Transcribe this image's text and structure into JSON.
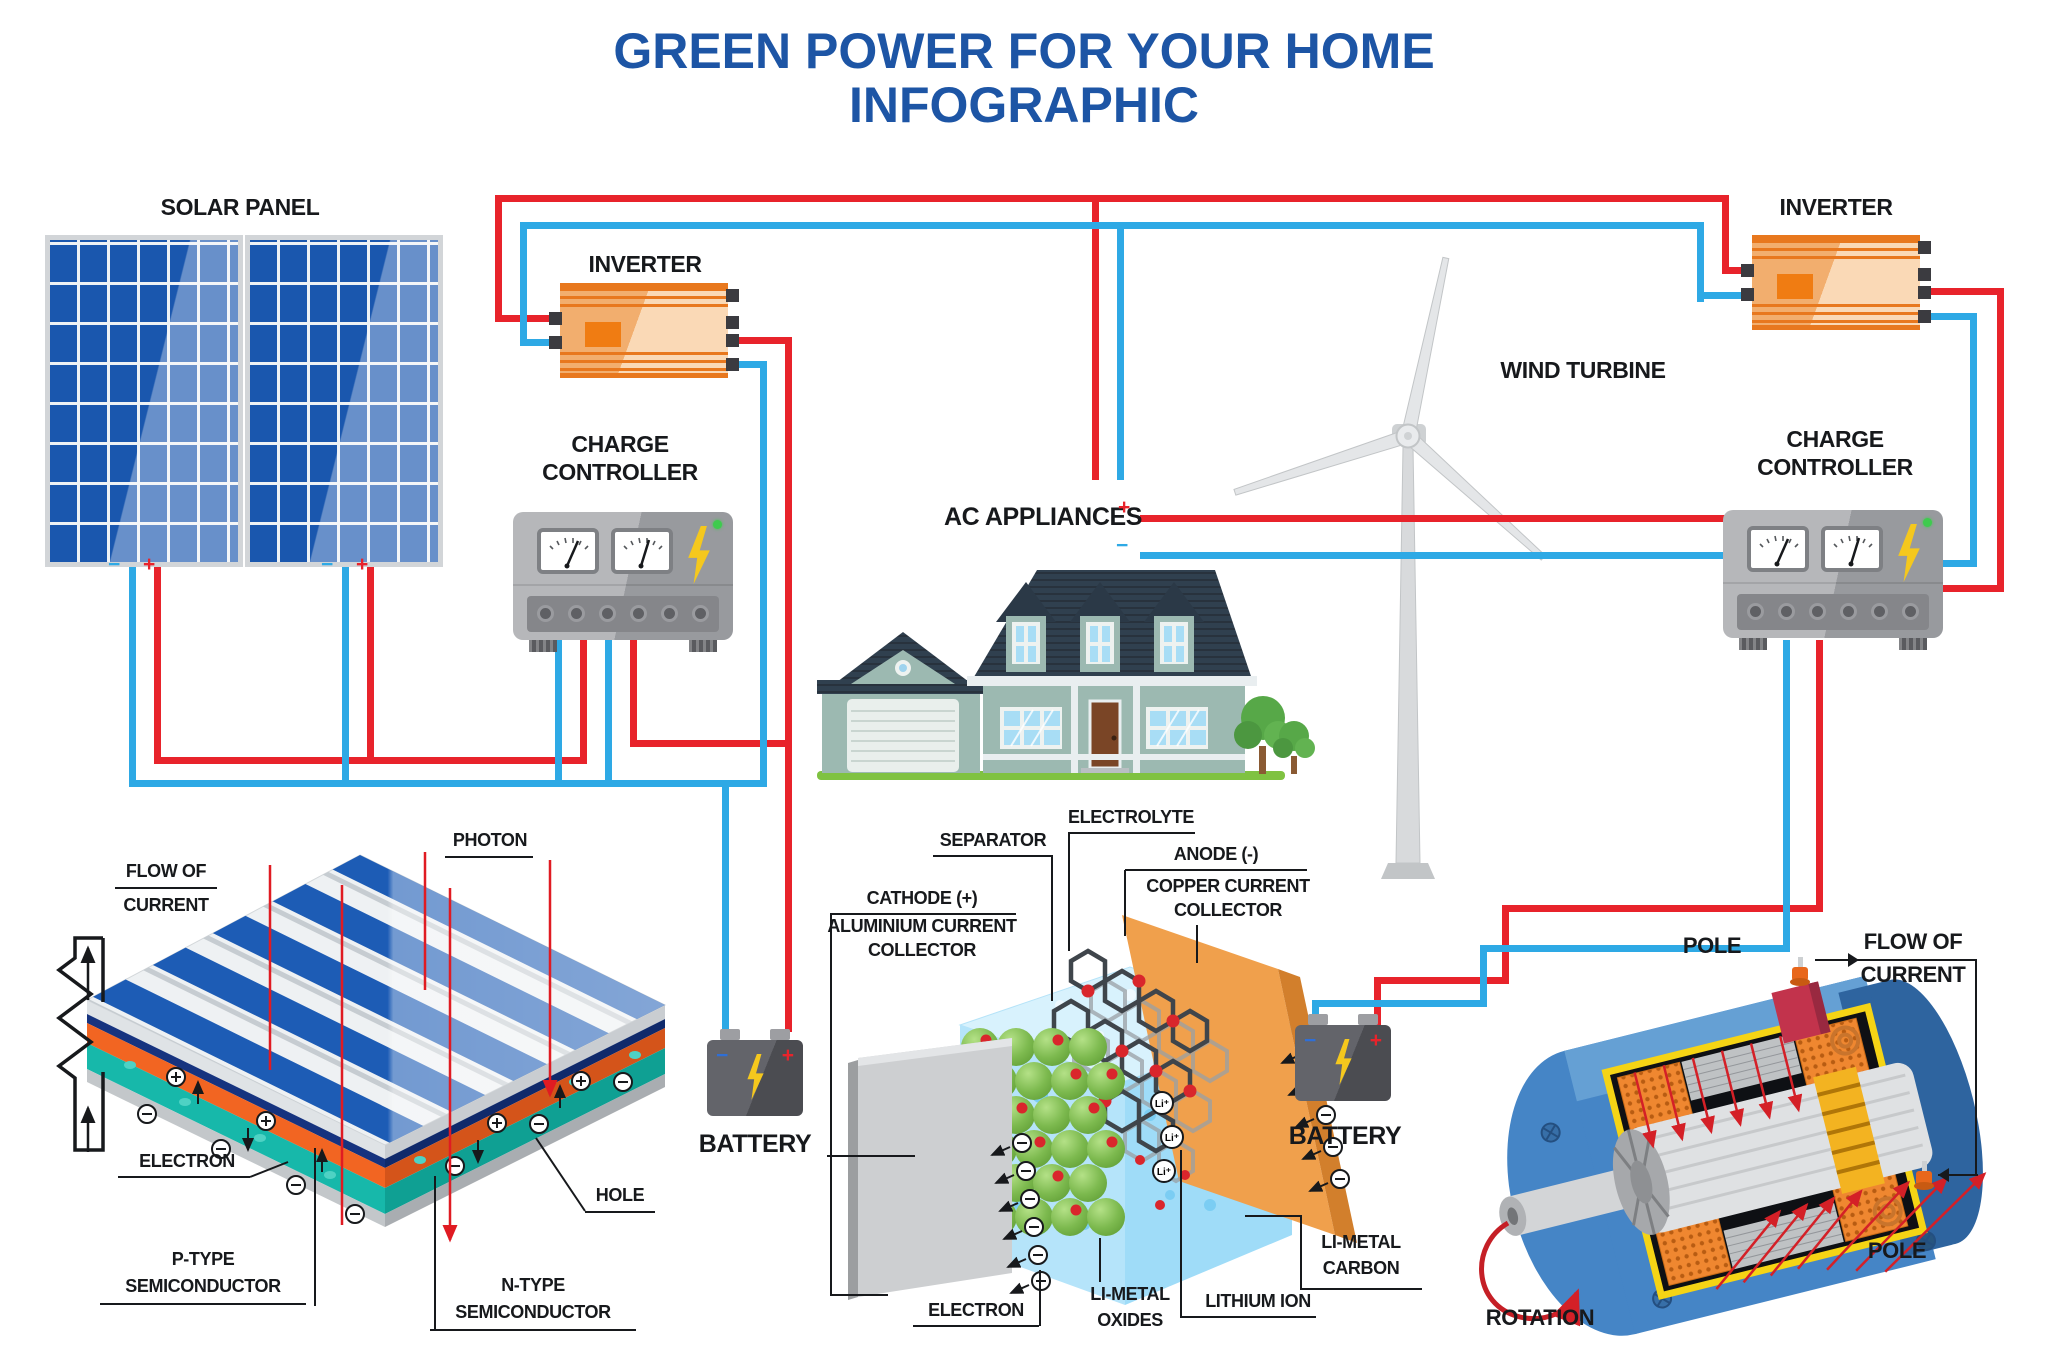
{
  "title": {
    "line1": "GREEN POWER FOR YOUR HOME",
    "line2": "INFOGRAPHIC"
  },
  "labels": {
    "solar_panel": "SOLAR PANEL",
    "inverter_left": "INVERTER",
    "inverter_right": "INVERTER",
    "charge_controller_left": {
      "line1": "CHARGE",
      "line2": "CONTROLLER"
    },
    "charge_controller_right": {
      "line1": "CHARGE",
      "line2": "CONTROLLER"
    },
    "ac_appliances": "AC APPLIANCES",
    "wind_turbine": "WIND TURBINE",
    "battery_left": "BATTERY",
    "battery_right": "BATTERY"
  },
  "pv_cell": {
    "flow_line1": "FLOW OF",
    "flow_line2": "CURRENT",
    "photon": "PHOTON",
    "electron": "ELECTRON",
    "hole": "HOLE",
    "p_type_line1": "P-TYPE",
    "p_type_line2": "SEMICONDUCTOR",
    "n_type_line1": "N-TYPE",
    "n_type_line2": "SEMICONDUCTOR"
  },
  "li_battery": {
    "separator": "SEPARATOR",
    "electrolyte": "ELECTROLYTE",
    "anode": "ANODE (-)",
    "cathode": "CATHODE (+)",
    "aluminium_line1": "ALUMINIUM CURRENT",
    "aluminium_line2": "COLLECTOR",
    "copper_line1": "COPPER CURRENT",
    "copper_line2": "COLLECTOR",
    "electron": "ELECTRON",
    "li_metal_oxides_line1": "LI-METAL",
    "li_metal_oxides_line2": "OXIDES",
    "lithium_ion": "LITHIUM ION",
    "li_metal_carbon_line1": "LI-METAL",
    "li_metal_carbon_line2": "CARBON",
    "li_ion_symbol": "Li⁺"
  },
  "generator": {
    "pole_top": "POLE",
    "pole_bottom": "POLE",
    "flow_line1": "FLOW OF",
    "flow_line2": "CURRENT",
    "rotation": "ROTATION"
  },
  "marks": {
    "minus": "−",
    "plus": "+"
  },
  "colors": {
    "title_blue": "#1d55a5",
    "wire_red": "#e8232b",
    "wire_blue": "#2ea9e5",
    "accent_orange": "#e8781e",
    "grass_green": "#7fc241"
  }
}
